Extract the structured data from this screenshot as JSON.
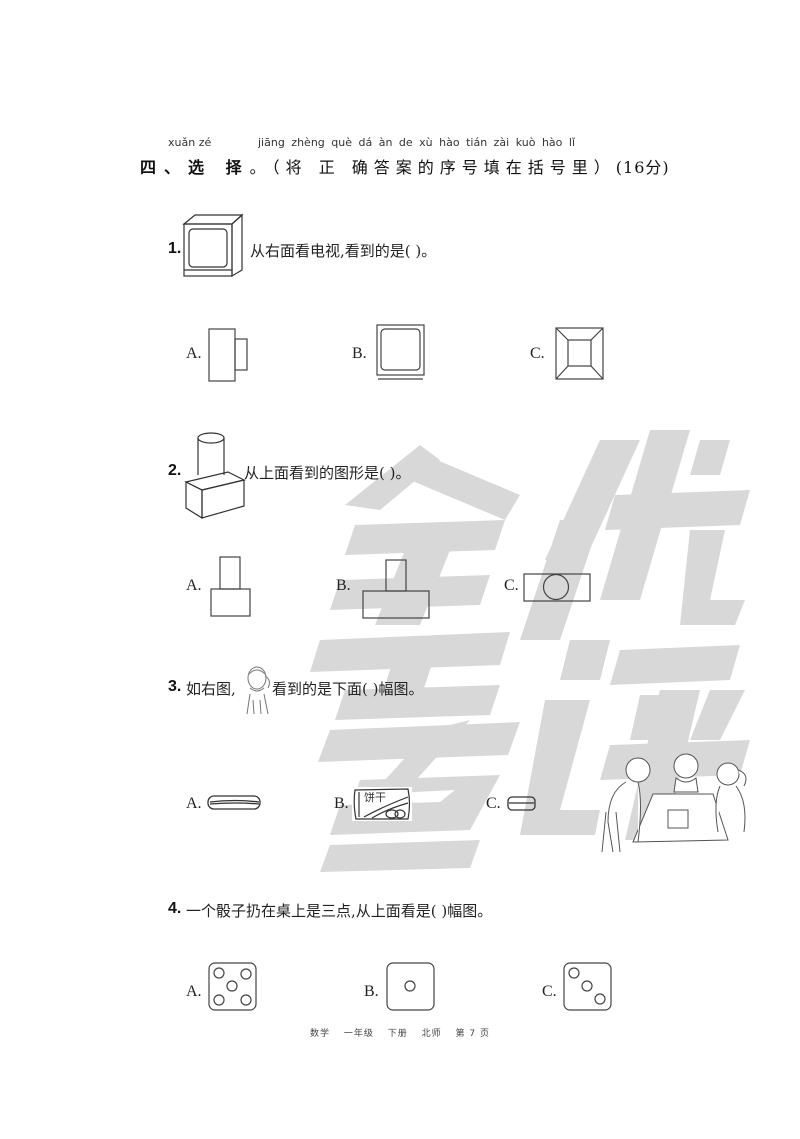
{
  "section": {
    "pinyin": {
      "xuanze": "xuǎn zé",
      "instruction": "jiāng zhèng què dá àn de xù hào tián zài kuò hào lǐ"
    },
    "number": "四、",
    "title": "选 择",
    "title_period": "。",
    "instruction": "（将 正 确答案的序号填在括号里）",
    "points": "(16分)"
  },
  "questions": [
    {
      "number": "1.",
      "text": "从右面看电视,看到的是(      )。",
      "figure": "tv-icon",
      "options": [
        {
          "label": "A.",
          "figure": "tv-side-view"
        },
        {
          "label": "B.",
          "figure": "tv-front-view"
        },
        {
          "label": "C.",
          "figure": "tv-back-view"
        }
      ]
    },
    {
      "number": "2.",
      "text": "从上面看到的图形是(      )。",
      "figure": "cylinder-on-box",
      "options": [
        {
          "label": "A.",
          "figure": "small-rect-on-rect"
        },
        {
          "label": "B.",
          "figure": "small-rect-on-wide-rect"
        },
        {
          "label": "C.",
          "figure": "circle-in-rect"
        }
      ]
    },
    {
      "number": "3.",
      "text_before": "如右图,",
      "text_after": "看到的是下面(      )幅图。",
      "figure": "girl-icon",
      "scene": "children-at-table",
      "options": [
        {
          "label": "A.",
          "figure": "pencil-box-side-long"
        },
        {
          "label": "B.",
          "figure": "pencil-box-top",
          "inner_text": "饼干"
        },
        {
          "label": "C.",
          "figure": "pencil-box-side-short"
        }
      ]
    },
    {
      "number": "4.",
      "text": "一个骰子扔在桌上是三点,从上面看是(      )幅图。",
      "options": [
        {
          "label": "A.",
          "figure": "dice-five"
        },
        {
          "label": "B.",
          "figure": "dice-one"
        },
        {
          "label": "C.",
          "figure": "dice-three"
        }
      ]
    }
  ],
  "watermark": "全优考评",
  "footer": {
    "subject": "数学",
    "grade": "一年级",
    "volume": "下册",
    "edition": "北师",
    "page": "第 7 页"
  }
}
